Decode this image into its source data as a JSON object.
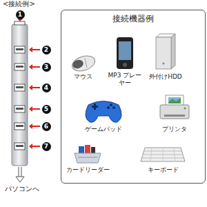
{
  "diagram": {
    "title": "<接続例>",
    "nodes": [
      {
        "text": [
          "接続機器例"
        ]
      }
    ],
    "labels": [
      "1",
      "2",
      "3",
      "4",
      "5",
      "6",
      "7",
      "パソコンへ",
      "マウス",
      "MP3 プレーヤー",
      "外付けHDD",
      "ゲームパッド",
      "プリンタ",
      "カードリーダー",
      "キーボード"
    ]
  }
}
